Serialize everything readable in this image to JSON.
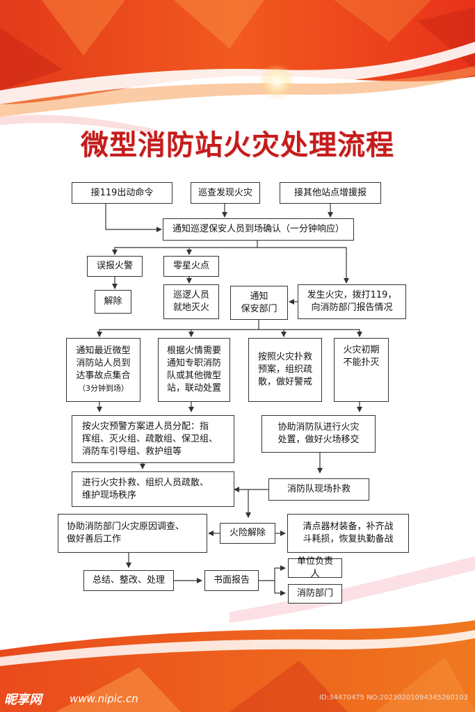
{
  "title": "微型消防站火灾处理流程",
  "colors": {
    "title": "#c61b1b",
    "band_dark": "#e8481c",
    "band_light": "#f69a3c"
  },
  "nodes": {
    "n1": [
      "接119出动命令"
    ],
    "n2": [
      "巡查发现火灾"
    ],
    "n3": [
      "接其他站点增援报"
    ],
    "n4": [
      "通知巡逻保安人员到场确认（一分钟响应）"
    ],
    "n5": [
      "误报火警"
    ],
    "n6": [
      "零星火点"
    ],
    "n7": [
      "解除"
    ],
    "n8": [
      "巡逻人员",
      "就地灭火"
    ],
    "n9": [
      "通知",
      "保安部门"
    ],
    "n10": [
      "发生火灾，拨打119，",
      "向消防部门报告情况"
    ],
    "n11": [
      "通知最近微型",
      "消防站人员到",
      "达事故点集合",
      "（3分钟到场）"
    ],
    "n12": [
      "根据火情需要",
      "通知专职消防",
      "队或其他微型",
      "站，联动处置"
    ],
    "n13": [
      "按照火灾扑救",
      "预案，组织疏",
      "散，做好警戒"
    ],
    "n14": [
      "火灾初期",
      "不能扑灭"
    ],
    "n15": [
      "按火灾预警方案进人员分配：指",
      "挥组、灭火组、疏散组、保卫组、",
      "消防车引导组、救护组等"
    ],
    "n16": [
      "协助消防队进行火灾",
      "处置，做好火场移交"
    ],
    "n17": [
      "进行火灾扑救、组织人员疏散、",
      "维护现场秩序"
    ],
    "n18": [
      "消防队现场扑救"
    ],
    "n19": [
      "协助消防部门火灾原因调查、",
      "做好善后工作"
    ],
    "n20": [
      "火险解除"
    ],
    "n21": [
      "清点器材装备，补齐战",
      "斗耗损，恢复执勤备战"
    ],
    "n22": [
      "总结、整改、处理"
    ],
    "n23": [
      "书面报告"
    ],
    "n24": [
      "单位负责人"
    ],
    "n25": [
      "消防部门"
    ]
  },
  "watermark": {
    "logo": "昵享网",
    "url": "www.nipic.cn",
    "id": "ID:34470475 NO:20230201094345260103"
  }
}
